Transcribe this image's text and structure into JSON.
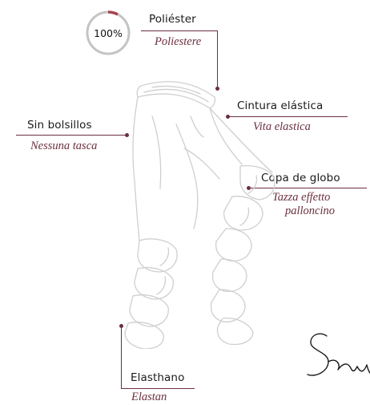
{
  "badge": {
    "value": "100%",
    "fill": 1.0
  },
  "labels": {
    "fabric": {
      "es": "Poliéster",
      "it": "Poliestere"
    },
    "waist": {
      "es": "Cintura elástica",
      "it": "Vita elastica"
    },
    "pockets": {
      "es": "Sin bolsillos",
      "it": "Nessuna tasca"
    },
    "cuff": {
      "es": "Copa de globo",
      "it_line1": "Tazza effetto",
      "it_line2": "palloncino"
    },
    "bottom": {
      "es": "Elasthano",
      "it": "Elastan"
    }
  },
  "colors": {
    "accent": "#6b2f3f",
    "ring": "#b8b8b8",
    "ring_accent": "#a8424f",
    "sketch": "#cfcfcf"
  },
  "icons": [
    "progress-ring-icon",
    "pants-sketch-icon",
    "signature-logo-icon"
  ]
}
